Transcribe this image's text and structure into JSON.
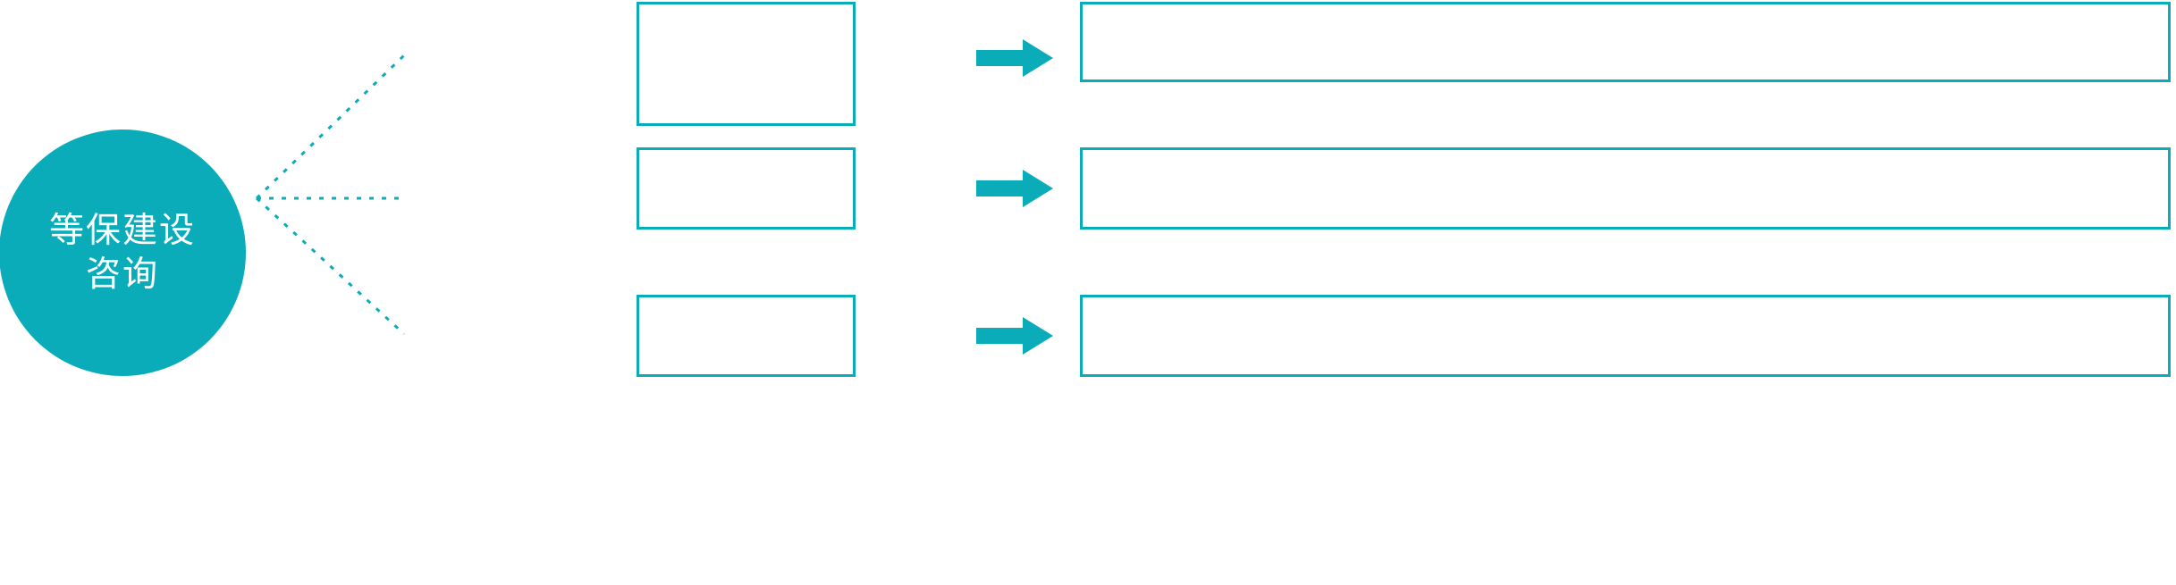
{
  "theme": {
    "accent": "#0AACBA",
    "background": "#FFFFFF",
    "hub_text_color": "#FFFFFF"
  },
  "hub": {
    "name": "等保建设咨询",
    "line1": "等保建设",
    "line2": "咨询"
  },
  "branches": [
    {
      "stage_label": "",
      "detail_label": "",
      "arrow_icon": "right-arrow-icon"
    },
    {
      "stage_label": "",
      "detail_label": "",
      "arrow_icon": "right-arrow-icon"
    },
    {
      "stage_label": "",
      "detail_label": "",
      "arrow_icon": "right-arrow-icon"
    }
  ],
  "connectors": {
    "style": "dotted",
    "origin_label": "hub-fan-out-origin"
  }
}
